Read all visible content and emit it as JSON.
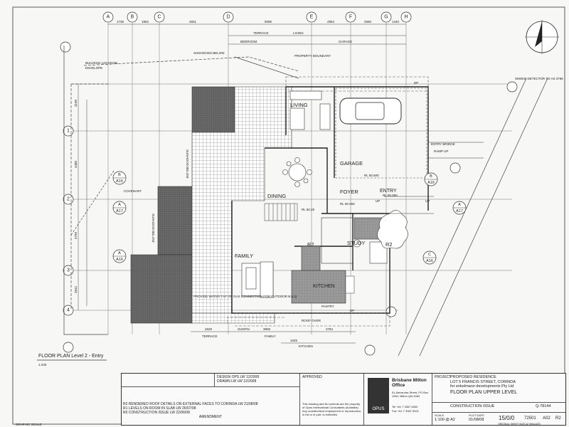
{
  "grid": {
    "columns": [
      "A",
      "B",
      "C",
      "D",
      "E",
      "F",
      "G",
      "H"
    ],
    "rows": [
      "1",
      "2",
      "3",
      "4"
    ]
  },
  "dimensions": {
    "top": [
      "1738",
      "1962",
      "4831",
      "5096",
      "2854",
      "2560",
      "1440"
    ],
    "top_sub": [
      "TERRACE",
      "LIVING",
      "BEDROOM",
      "GARAGE"
    ],
    "left": [
      "3190",
      "4480",
      "4799",
      "2642"
    ],
    "bottom": [
      "2525",
      "3806",
      "2784",
      "1025"
    ],
    "bottom_sub": [
      "TERRACE",
      "FAMILY",
      "KITCHEN"
    ]
  },
  "labels": {
    "sunhoods_below_top": "SUNHOODS BELOW",
    "building_location_1": "BUILDING LOCATION",
    "building_location_2": "ENVELOPE",
    "property_boundary": "PROPERTY BOUNDARY",
    "smoke_detector": "SMOKE DETECTOR TO AS 3786",
    "entry_bridge": "ENTRY BRIDGE",
    "ramp_up": "RAMP UP",
    "covenant": "COVENANT",
    "rl_garage": "RL 50.600",
    "rl_foyer": "RL 50.050",
    "rl_entry": "RL 50.050",
    "rl_stair": "RL 50.25",
    "sunhood_below_mid": "SUNHOOD BELOW",
    "sunhood_below_left": "SUNHOOD BELOW",
    "sunfin": "SUNFIN",
    "roof_over": "ROOF OVER",
    "pantry": "PANTRY",
    "dp": "DP",
    "up": "UP",
    "connection_note": "PROVIDE WATER TAP ON GAS CONNECTION FOR OUTDOOR B.B.Q",
    "drawing_scale": "GRAPHIC SCALE",
    "r2": "R2"
  },
  "rooms": {
    "living": "LIVING",
    "garage": "GARAGE",
    "dining": "DINING",
    "foyer": "FOYER",
    "entry": "ENTRY",
    "study": "STUDY",
    "family": "FAMILY",
    "kitchen": "KITCHEN"
  },
  "sections": [
    {
      "letter": "B",
      "code": "A16"
    },
    {
      "letter": "A",
      "code": "A17"
    },
    {
      "letter": "B",
      "code": "A16"
    },
    {
      "letter": "A",
      "code": "A17"
    },
    {
      "letter": "C",
      "code": "A16"
    },
    {
      "letter": "A",
      "code": "A16"
    }
  ],
  "caption": {
    "title": "FLOOR PLAN Level 2 - Entry",
    "scale": "1:100"
  },
  "titleblock": {
    "firm_name": "Brisbane Milton Office",
    "firm_logo": "OPUS",
    "firm_address": "51 Alexandra Street, PO Box 1654, Milton Qld 4064",
    "firm_phone": "Tel +61 7 3367 6000",
    "firm_fax": "Fax +61 7 3367 6001",
    "project_label": "PROJECT",
    "project_lines": [
      "PROPOSED RESIDENCE",
      "LOT 5 FRANCIS STREET, CORINDA",
      "for enkelmann developments Pty Ltd"
    ],
    "drawing_title": "FLOOR PLAN UPPER LEVEL",
    "status": "CONSTRUCTION ISSUE",
    "job_no": "Q-78144",
    "scale_label": "SCALE",
    "scale": "1:100 @ A2",
    "date_label": "PLOT DATE",
    "date": "01/08/08",
    "drawn": "15/0/0",
    "sheet": "72501",
    "dwg": "A02",
    "rev": "R2",
    "footer": "ORIGINAL SHEET SIZE A2 (594x420)",
    "revisions": [
      {
        "code": "R2",
        "desc": "RENDERED ROOF DETAILS ON EXTERNAL FACES TO CORINDA",
        "by": "LW",
        "date": "21/08/08"
      },
      {
        "code": "R1",
        "desc": "LEVELS ON ROOM IN SLAB",
        "by": "LW",
        "date": "26/07/08"
      },
      {
        "code": "R0",
        "desc": "CONSTRUCTION ISSUE",
        "by": "LW",
        "date": "22/06/08"
      }
    ],
    "revisions_header": "AMENDMENT",
    "approvals": [
      {
        "label": "DESIGN",
        "by": "OPS",
        "chk": "LW",
        "date": "12/2008"
      },
      {
        "label": "DRAWN",
        "by": "LW",
        "chk": "LW",
        "date": "12/2008"
      }
    ],
    "approved_label": "APPROVED",
    "copyright": "This drawing and its contents are the property of Opus International Consultants (Australia). Any unauthorised employment or reproduction, in full or in part, is forbidden."
  }
}
